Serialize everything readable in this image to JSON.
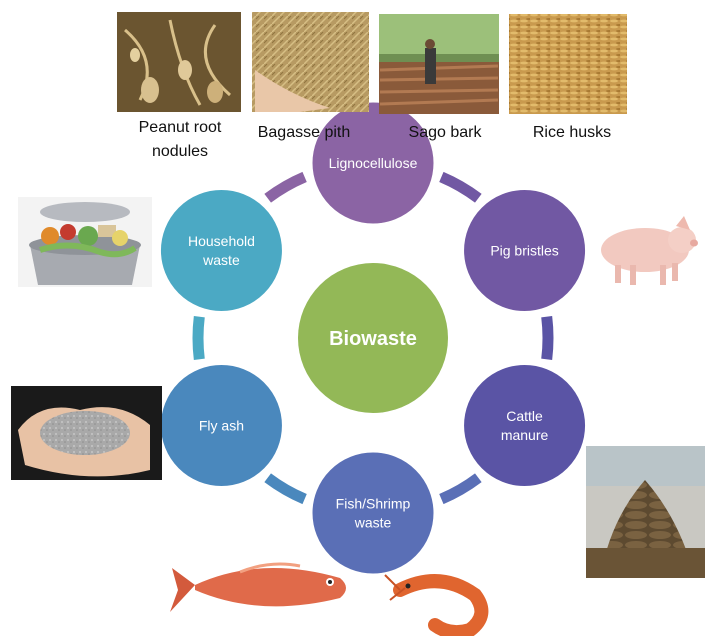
{
  "center": {
    "label": "Biowaste",
    "color": "#93b857"
  },
  "nodes": [
    {
      "id": "lignocellulose",
      "lines": [
        "Lignocellulose"
      ],
      "color": "#8b64a4"
    },
    {
      "id": "pig-bristles",
      "lines": [
        "Pig bristles"
      ],
      "color": "#7158a3"
    },
    {
      "id": "cattle-manure",
      "lines": [
        "Cattle",
        "manure"
      ],
      "color": "#5a54a5"
    },
    {
      "id": "fish-shrimp-waste",
      "lines": [
        "Fish/Shrimp",
        "waste"
      ],
      "color": "#5a6fb6"
    },
    {
      "id": "fly-ash",
      "lines": [
        "Fly ash"
      ],
      "color": "#4a88bd"
    },
    {
      "id": "household-waste",
      "lines": [
        "Household",
        "waste"
      ],
      "color": "#4ba9c4"
    }
  ],
  "captions": {
    "peanut": "Peanut root nodules",
    "bagasse": "Bagasse pith",
    "sago": "Sago bark",
    "rice": "Rice husks"
  },
  "icons": {
    "peanut": "peanut-root-nodules-photo",
    "bagasse": "bagasse-pith-photo",
    "sago": "sago-bark-photo",
    "rice": "rice-husks-photo",
    "pig": "pig-photo",
    "cattle": "cattle-manure-pile-photo",
    "fish": "fish-photo",
    "shrimp": "shrimp-photo",
    "flyash": "fly-ash-hands-photo",
    "household": "household-waste-bin-photo"
  }
}
